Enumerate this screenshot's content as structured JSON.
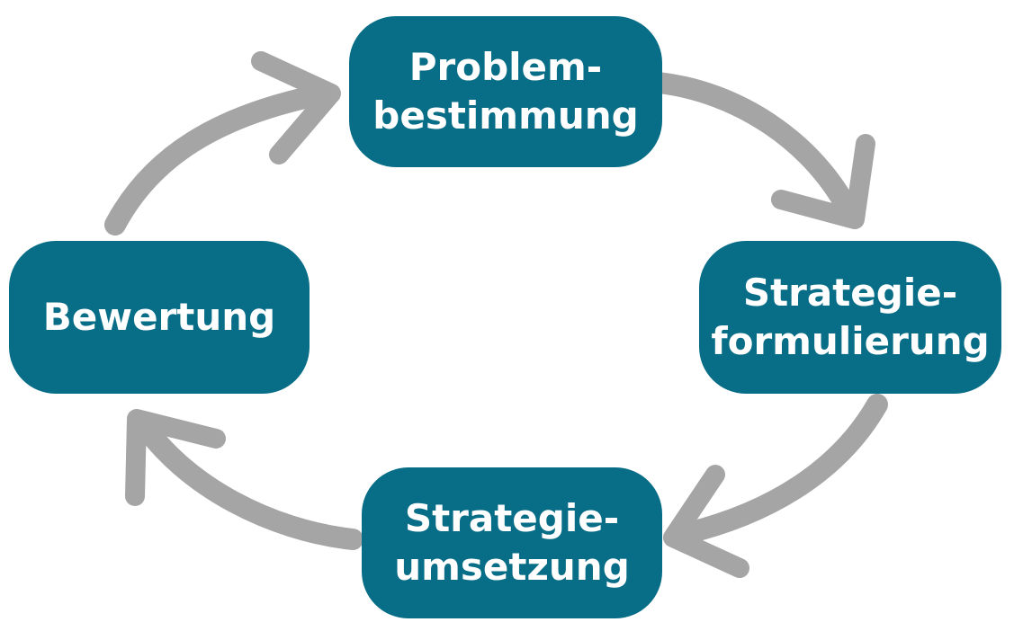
{
  "colors": {
    "node_fill": "#086d86",
    "node_text": "#ffffff",
    "arrow": "#a5a5a5"
  },
  "nodes": {
    "top": {
      "line1": "Problem-",
      "line2": "bestimmung"
    },
    "right": {
      "line1": "Strategie-",
      "line2": "formulierung"
    },
    "bottom": {
      "line1": "Strategie-",
      "line2": "umsetzung"
    },
    "left": {
      "line1": "Bewertung"
    }
  },
  "flow": [
    "top",
    "right",
    "bottom",
    "left"
  ]
}
